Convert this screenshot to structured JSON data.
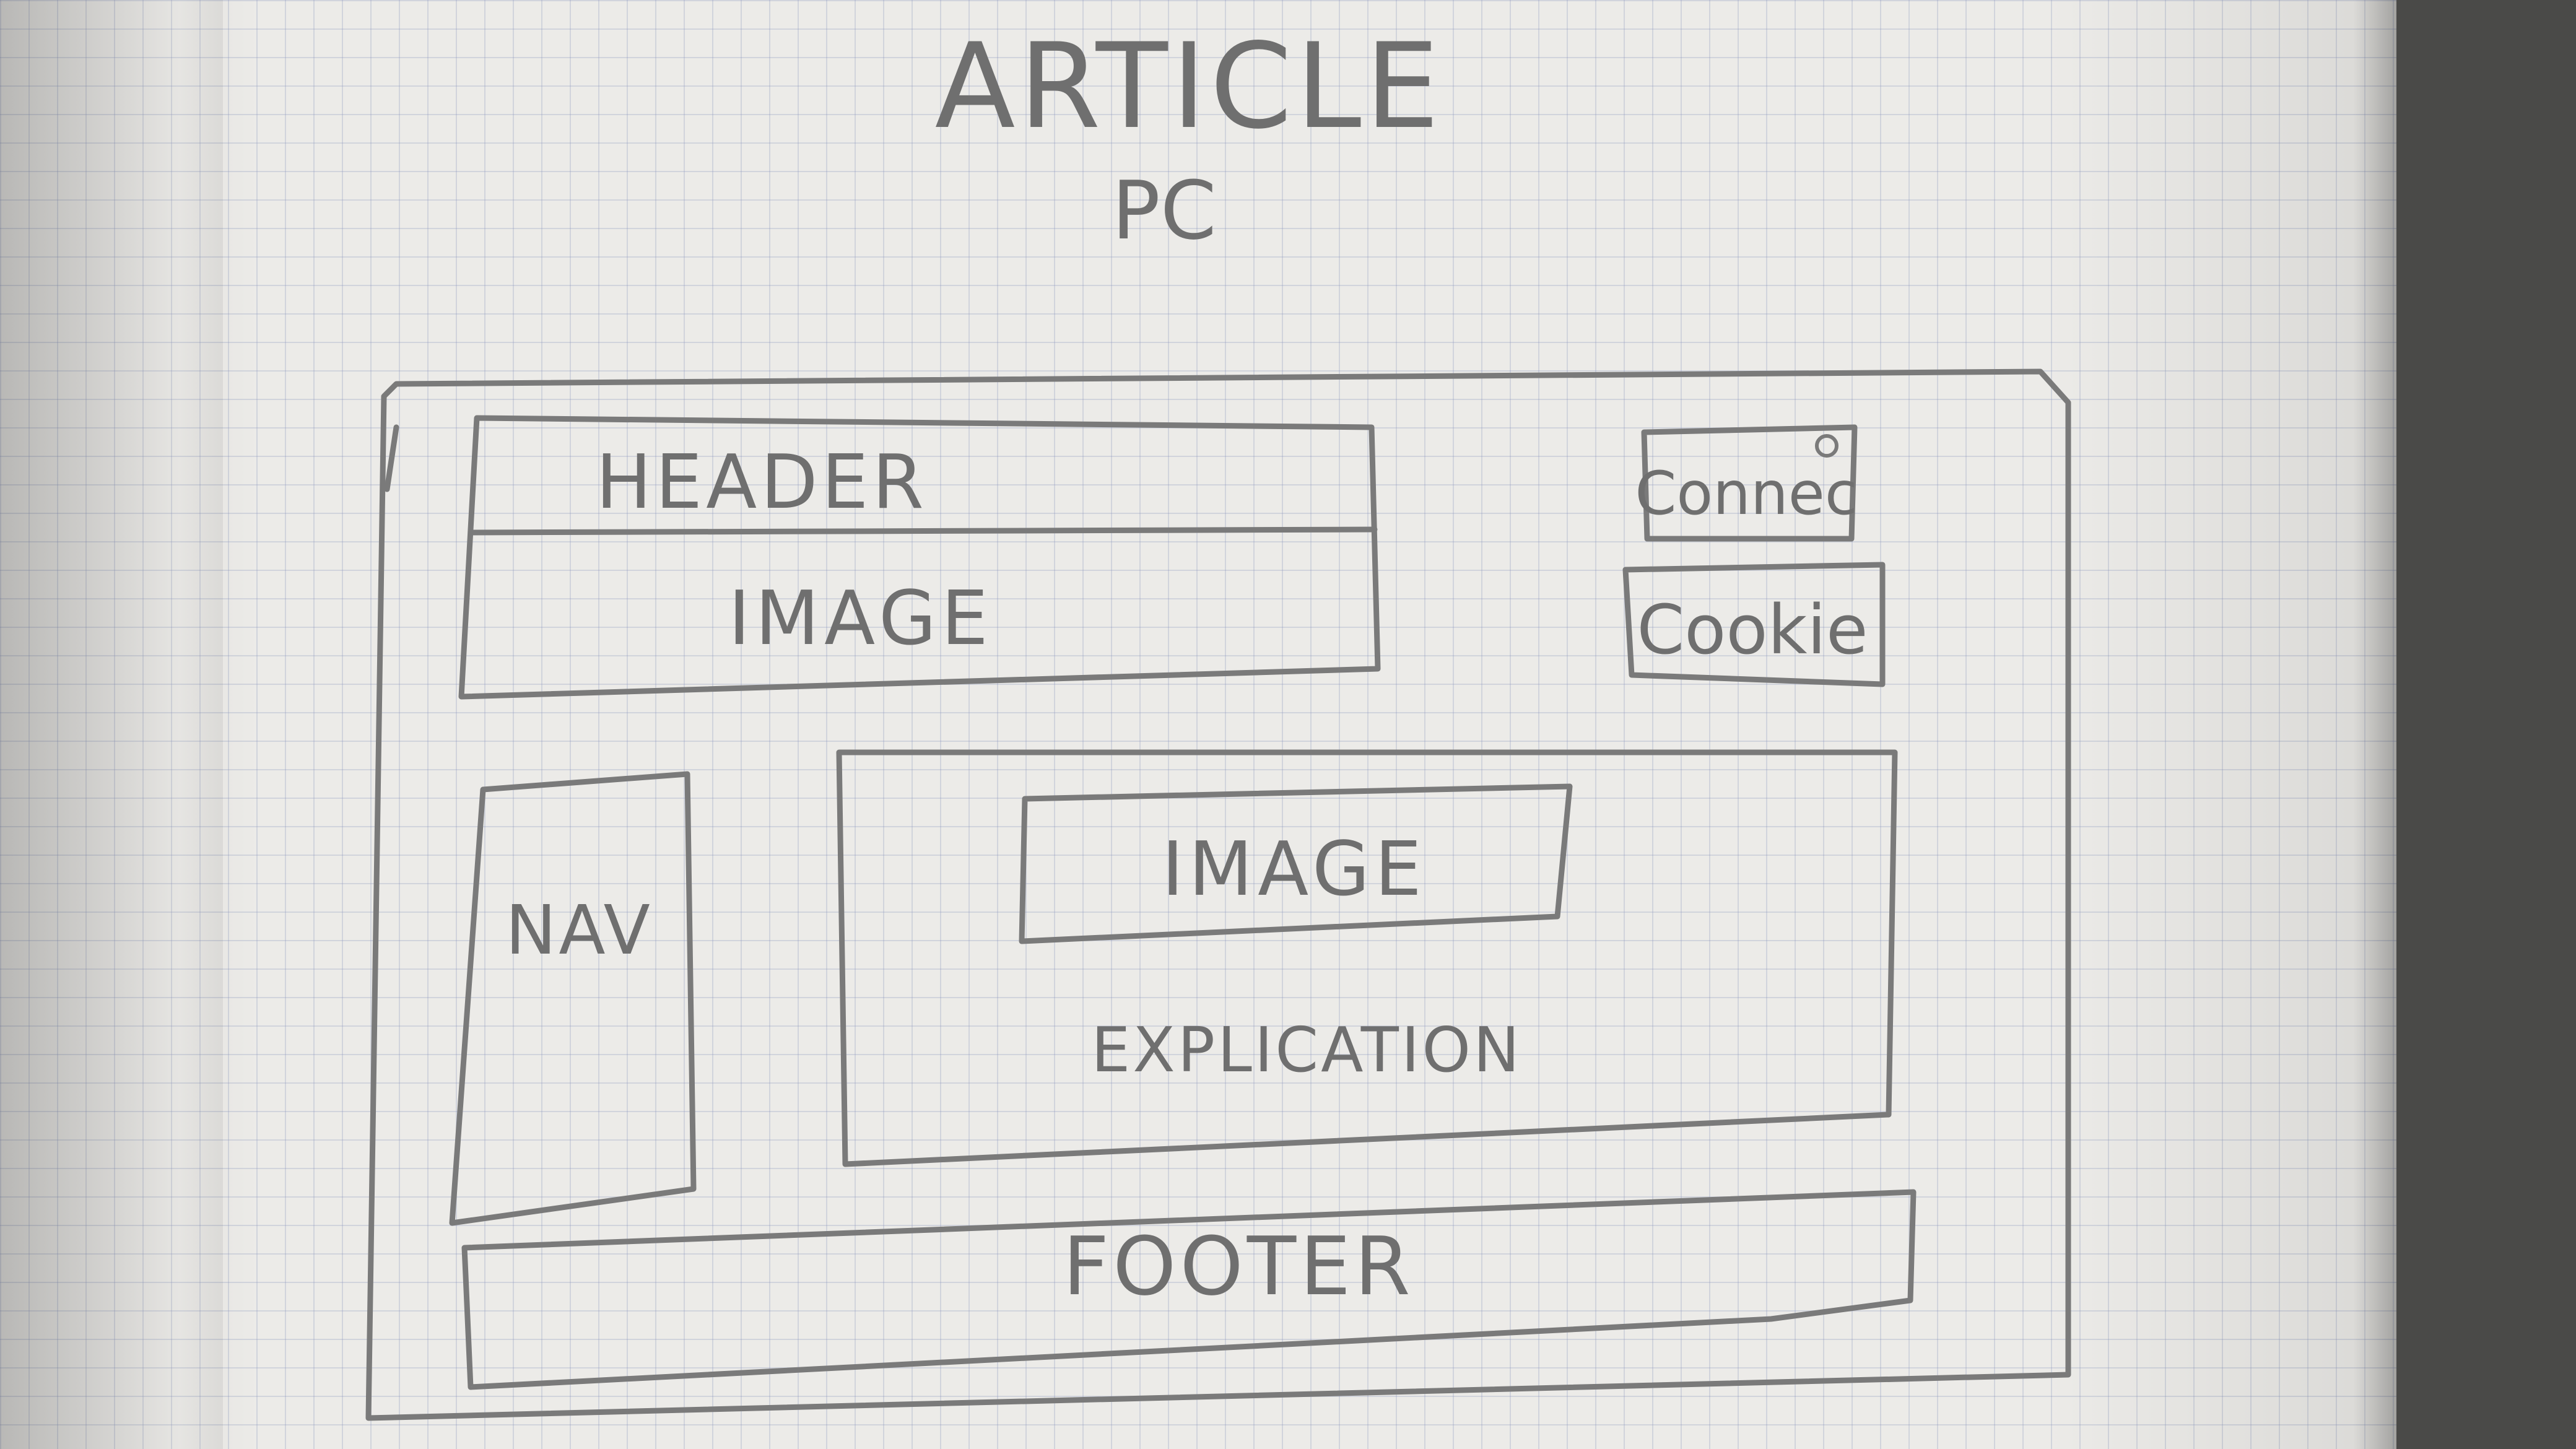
{
  "sheet": {
    "title": "ARTICLE",
    "subtitle": "PC"
  },
  "wireframe": {
    "header_label": "HEADER",
    "header_image_label": "IMAGE",
    "connect_label": "Connec",
    "cookie_label": "Cookie",
    "nav_label": "NAV",
    "content_image_label": "IMAGE",
    "explanation_label": "EXPLICATION",
    "footer_label": "FOOTER"
  },
  "colors": {
    "pencil": "#6f6f6f",
    "paper": "#ecebe8",
    "grid": "#8c96be"
  }
}
